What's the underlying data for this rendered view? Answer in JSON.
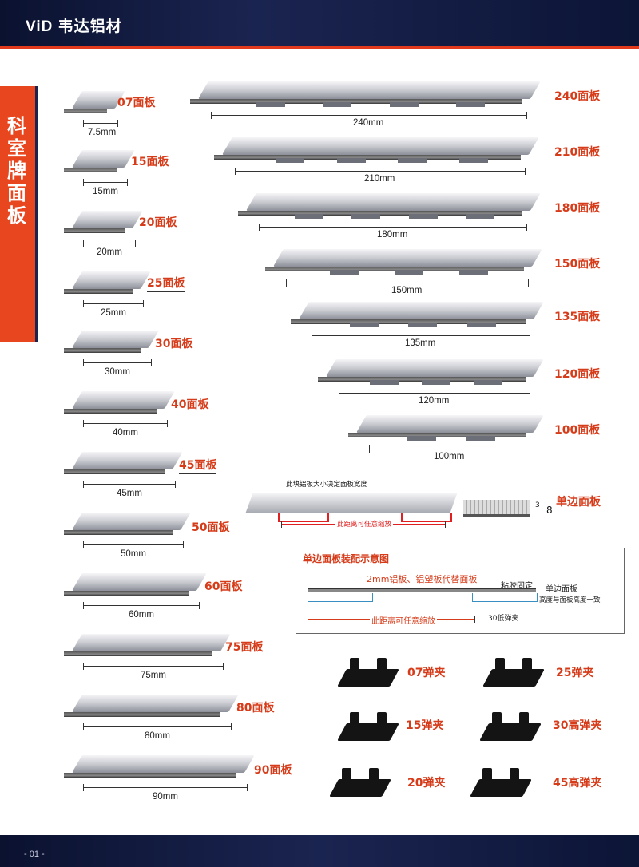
{
  "header": {
    "brand": "ViD 韦达铝材"
  },
  "footer": {
    "page": "- 01 -"
  },
  "sidebar": {
    "title": "科室牌面板"
  },
  "left_panels": [
    {
      "label": "07面板",
      "dim": "7.5mm"
    },
    {
      "label": "15面板",
      "dim": "15mm"
    },
    {
      "label": "20面板",
      "dim": "20mm"
    },
    {
      "label": "25面板",
      "dim": "25mm"
    },
    {
      "label": "30面板",
      "dim": "30mm"
    },
    {
      "label": "40面板",
      "dim": "40mm"
    },
    {
      "label": "45面板",
      "dim": "45mm"
    },
    {
      "label": "50面板",
      "dim": "50mm"
    },
    {
      "label": "60面板",
      "dim": "60mm"
    },
    {
      "label": "75面板",
      "dim": "75mm"
    },
    {
      "label": "80面板",
      "dim": "80mm"
    },
    {
      "label": "90面板",
      "dim": "90mm"
    }
  ],
  "right_panels": [
    {
      "label": "240面板",
      "dim": "240mm"
    },
    {
      "label": "210面板",
      "dim": "210mm"
    },
    {
      "label": "180面板",
      "dim": "180mm"
    },
    {
      "label": "150面板",
      "dim": "150mm"
    },
    {
      "label": "135面板",
      "dim": "135mm"
    },
    {
      "label": "120面板",
      "dim": "120mm"
    },
    {
      "label": "100面板",
      "dim": "100mm"
    }
  ],
  "custom_panel": {
    "top_note": "此块铝板大小决定面板宽度",
    "bottom_note": "此距离可任意缩放"
  },
  "single_side": {
    "label": "单边面板",
    "dim_a": "3",
    "dim_b": "8"
  },
  "diagram": {
    "title": "单边面板装配示意图",
    "note1": "2mm铝板、铝塑板代替面板",
    "note2": "粘胶固定",
    "note3": "单边面板",
    "note4": "高度与面板高度一致",
    "note5": "此距离可任意缩放",
    "note6": "30低弹夹"
  },
  "clips": [
    {
      "label": "07弹夹"
    },
    {
      "label": "25弹夹"
    },
    {
      "label": "15弹夹"
    },
    {
      "label": "30高弹夹"
    },
    {
      "label": "20弹夹"
    },
    {
      "label": "45高弹夹"
    }
  ],
  "colors": {
    "accent": "#e8461e",
    "navy": "#1a2450",
    "label_red": "#d63c1a"
  }
}
